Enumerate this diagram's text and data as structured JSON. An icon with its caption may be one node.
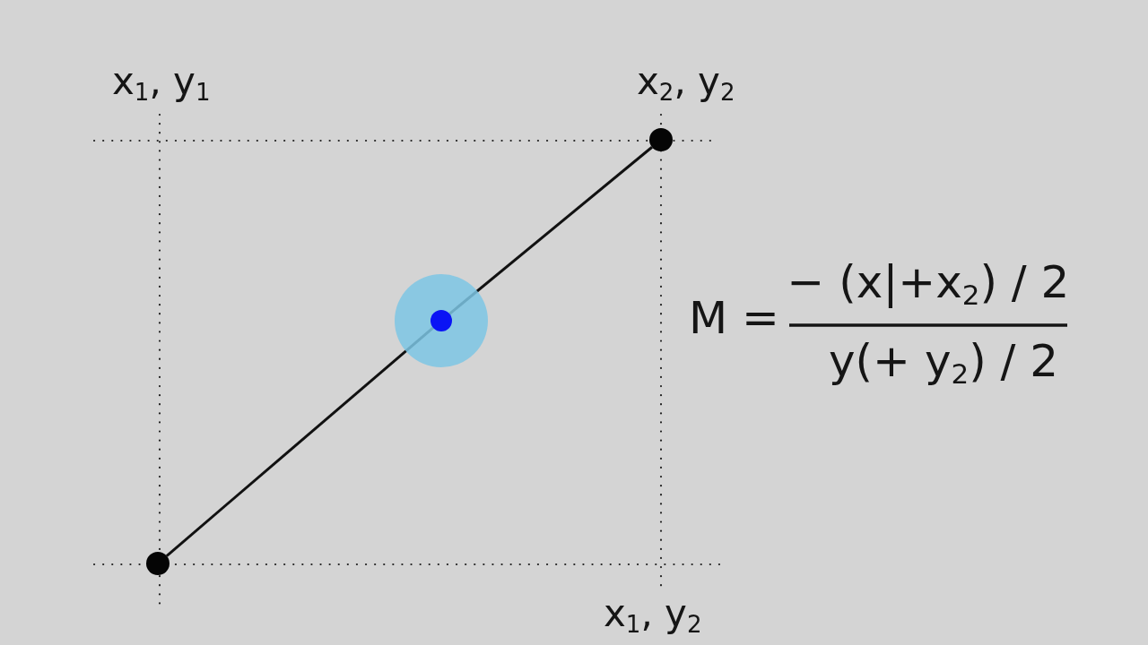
{
  "diagram": {
    "nodes": [
      {
        "text": [],
        "shape": "circle"
      },
      {
        "text": [],
        "shape": "circle"
      },
      {
        "text": [],
        "shape": "circle"
      }
    ],
    "edges": [
      {
        "from": 0,
        "to": 1,
        "arrow": "none"
      },
      {
        "from": 1,
        "to": 2,
        "arrow": "none"
      }
    ],
    "labels": [
      "x$_{1}$, y$_{1}$",
      "x$_{2}$, y$_{2}$",
      "M =",
      "− (x|+x$_{2}$) / 2",
      "y(+ y$_{2}$) / 2",
      "x$_{1}$, y$_{2}$"
    ]
  }
}
